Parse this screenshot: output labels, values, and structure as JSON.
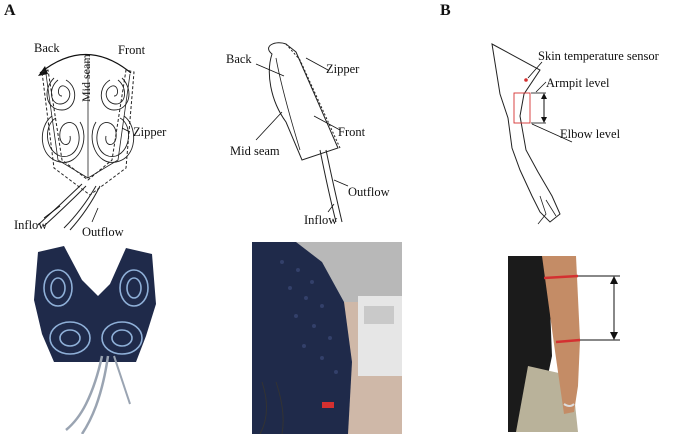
{
  "panels": {
    "a": "A",
    "b": "B"
  },
  "front_view": {
    "back": "Back",
    "front": "Front",
    "mid_seam": "Mid seam",
    "zipper": "Zipper",
    "inflow": "Inflow",
    "outflow": "Outflow"
  },
  "side_view": {
    "back": "Back",
    "zipper": "Zipper",
    "mid_seam": "Mid seam",
    "front": "Front",
    "outflow": "Outflow",
    "inflow": "Inflow"
  },
  "arm_diagram": {
    "sensor": "Skin temperature sensor",
    "armpit": "Armpit level",
    "elbow": "Elbow level"
  },
  "colors": {
    "garment_navy": "#1f2a4a",
    "tube_highlight": "#8fb0d8",
    "marker_red": "#d43030"
  }
}
